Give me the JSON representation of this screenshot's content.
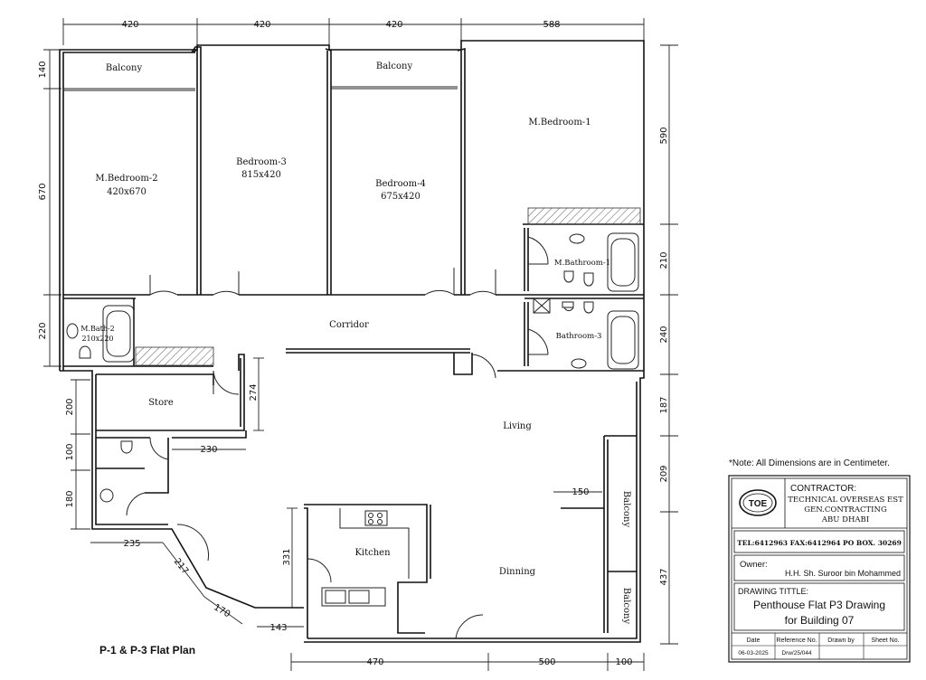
{
  "rooms": {
    "balcony_1": "Balcony",
    "balcony_2": "Balcony",
    "mbed2_name": "M.Bedroom-2",
    "mbed2_size": "420x670",
    "bed3_name": "Bedroom-3",
    "bed3_size": "815x420",
    "bed4_name": "Bedroom-4",
    "bed4_size": "675x420",
    "mbed1_name": "M.Bedroom-1",
    "mbath1": "M.Bathroom-1",
    "mbath2_name": "M.Bath-2",
    "mbath2_size": "210x220",
    "bath3": "Bathroom-3",
    "corridor": "Corridor",
    "store": "Store",
    "living": "Living",
    "kitchen": "Kitchen",
    "dinning": "Dinning",
    "balcony_3": "Balcony",
    "balcony_4": "Balcony"
  },
  "dims": {
    "top_1": "420",
    "top_2": "420",
    "top_3": "420",
    "top_4": "588",
    "left_1": "140",
    "left_2": "670",
    "left_3": "220",
    "left_4": "200",
    "left_5": "100",
    "left_6": "180",
    "right_1": "590",
    "right_2": "210",
    "right_3": "240",
    "right_4": "187",
    "right_5": "209",
    "right_6": "437",
    "bottom_1": "470",
    "bottom_2": "500",
    "bottom_3": "100",
    "store_h": "274",
    "inner_230": "230",
    "dim_150": "150",
    "kitchen_h": "331",
    "dim_235": "235",
    "dim_217": "217",
    "dim_170": "170",
    "dim_143": "143"
  },
  "plan_title": "P-1 & P-3 Flat Plan",
  "titleblock": {
    "note": "*Note: All Dimensions are in Centimeter.",
    "logo_text": "TOE",
    "contractor_label": "CONTRACTOR:",
    "contractor_line1": "TECHNICAL OVERSEAS EST",
    "contractor_line2": "GEN.CONTRACTING",
    "contractor_line3": "ABU DHABI",
    "contact": "TEL:6412963   FAX:6412964   PO BOX. 30269",
    "owner_label": "Owner:",
    "owner_name": "H.H. Sh. Suroor bin Mohammed",
    "drawing_title_label": "DRAWING TITTLE:",
    "drawing_title_1": "Penthouse Flat P3 Drawing",
    "drawing_title_2": "for Building 07",
    "col_date": "Date",
    "col_ref": "Reference No.",
    "col_drawn": "Drawn by",
    "col_sheet": "Sheet No.",
    "val_date": "06-03-2025",
    "val_ref": "Drw/25/044",
    "val_drawn": "",
    "val_sheet": ""
  }
}
